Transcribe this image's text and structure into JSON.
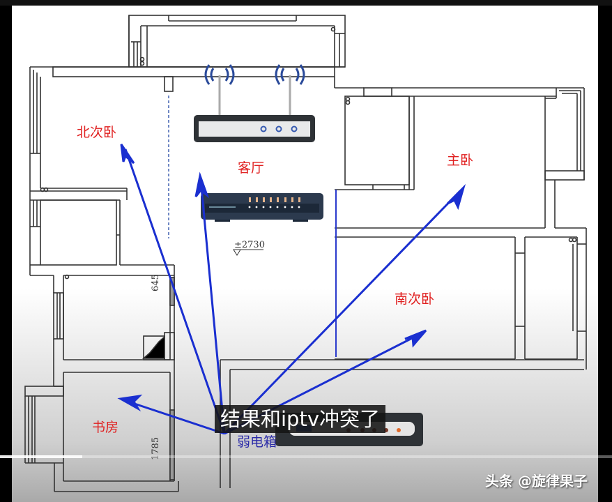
{
  "video": {
    "subtitle": "结果和iptv冲突了",
    "watermark": "头条 @旋律果子",
    "progress_percent": 13
  },
  "floor_plan": {
    "rooms": [
      {
        "id": "north-bedroom",
        "label": "北次卧"
      },
      {
        "id": "living-room",
        "label": "客厅"
      },
      {
        "id": "master-bedroom",
        "label": "主卧"
      },
      {
        "id": "south-bedroom",
        "label": "南次卧"
      },
      {
        "id": "study",
        "label": "书房"
      }
    ],
    "weak_current_box_label": "弱电箱",
    "dimensions": {
      "elevation": "±2730",
      "upper_wall": "645",
      "lower_wall": "1785"
    },
    "devices": [
      {
        "id": "wifi-router",
        "type": "router",
        "antennas": 2,
        "indicator_dots": 3
      },
      {
        "id": "network-switch",
        "type": "switch",
        "ports": 8
      },
      {
        "id": "modem",
        "type": "modem-in-weak-box"
      }
    ],
    "signal_arrows_to": [
      "北次卧",
      "客厅",
      "主卧",
      "南次卧",
      "书房"
    ]
  },
  "colors": {
    "room_label": "#e02020",
    "arrow": "#1a2fd0",
    "wifi_wave": "#2a4a9a",
    "device_dark": "#2c3a4e",
    "subtitle_bg": "#141414"
  }
}
